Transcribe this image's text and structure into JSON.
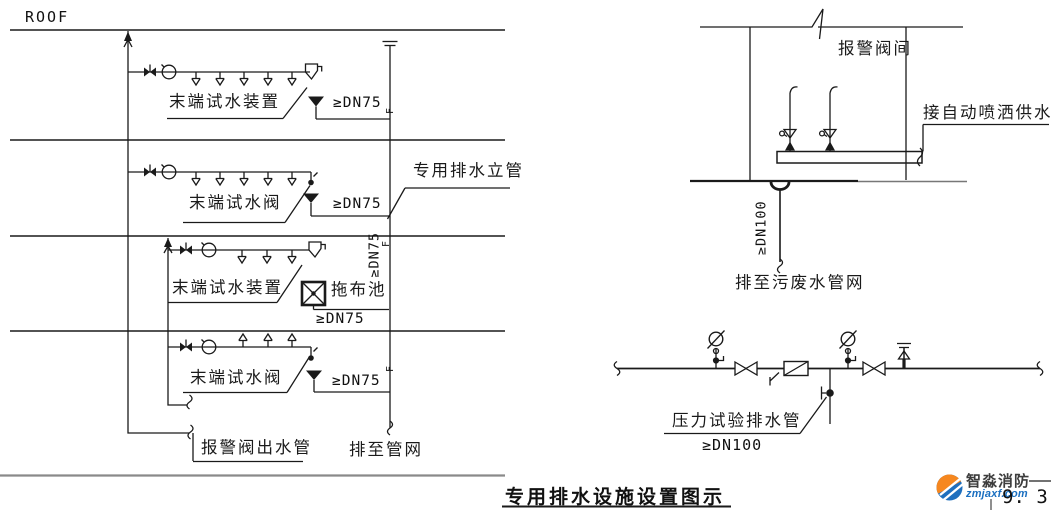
{
  "page_title": "专用排水设施设置图示",
  "left_elevation": {
    "roof": "ROOF",
    "row1": {
      "label": "末端试水装置",
      "size": "≥DN75",
      "f": "F"
    },
    "row2": {
      "label": "末端试水阀",
      "size": "≥DN75"
    },
    "row3": {
      "label": "末端试水装置",
      "size": "≥DN75",
      "mop_pool": "拖布池",
      "riser_size": "≥DN75",
      "f": "F"
    },
    "row4": {
      "label": "末端试水阀",
      "size": "≥DN75",
      "f": "F"
    },
    "drain_riser": "专用排水立管",
    "alarm_valve_outlet": "报警阀出水管",
    "to_network": "排至管网"
  },
  "alarm_room": {
    "name": "报警阀间",
    "supply": "接自动喷洒供水",
    "drain_size": "≥DN100",
    "to_sewage": "排至污废水管网"
  },
  "pressure_test": {
    "label": "压力试验排水管",
    "size": "≥DN100"
  },
  "footer": {
    "brand": "智淼消防",
    "website": "zmjaxf.com",
    "page": "9. 3"
  },
  "colors": {
    "line": "#1a1a1a",
    "brand_orange": "#f6871f",
    "brand_blue": "#1e6fbe",
    "link_blue": "#1a6fc0"
  }
}
